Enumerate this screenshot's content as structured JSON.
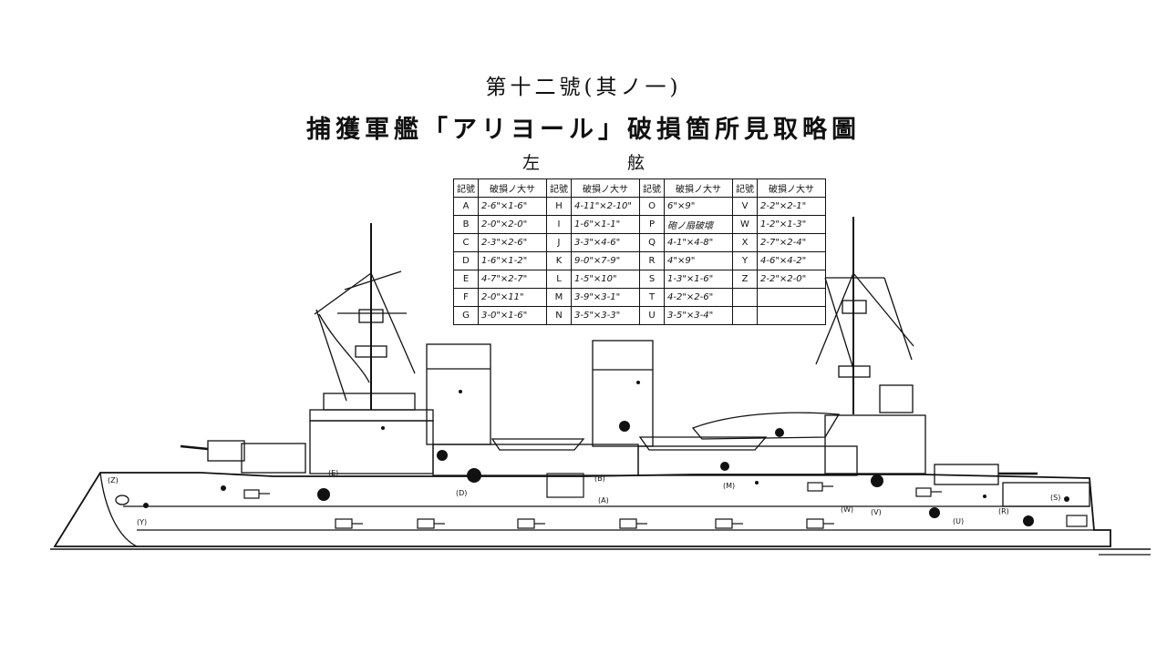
{
  "plate_number": "第十二號(其ノ一)",
  "title": "捕獲軍艦「アリヨール」破損箇所見取略圖",
  "side_label_left": "左",
  "side_label_right": "舷",
  "table": {
    "header_key": "記號",
    "header_size": "破損ノ大サ",
    "columns": [
      [
        {
          "key": "A",
          "size": "2-6\"×1-6\""
        },
        {
          "key": "B",
          "size": "2-0\"×2-0\""
        },
        {
          "key": "C",
          "size": "2-3\"×2-6\""
        },
        {
          "key": "D",
          "size": "1-6\"×1-2\""
        },
        {
          "key": "E",
          "size": "4-7\"×2-7\""
        },
        {
          "key": "F",
          "size": "2-0\"×11\""
        },
        {
          "key": "G",
          "size": "3-0\"×1-6\""
        }
      ],
      [
        {
          "key": "H",
          "size": "4-11\"×2-10\""
        },
        {
          "key": "I",
          "size": "1-6\"×1-1\""
        },
        {
          "key": "J",
          "size": "3-3\"×4-6\""
        },
        {
          "key": "K",
          "size": "9-0\"×7-9\""
        },
        {
          "key": "L",
          "size": "1-5\"×10\""
        },
        {
          "key": "M",
          "size": "3-9\"×3-1\""
        },
        {
          "key": "N",
          "size": "3-5\"×3-3\""
        }
      ],
      [
        {
          "key": "O",
          "size": "6\"×9\""
        },
        {
          "key": "P",
          "size": "砲ノ扇破壞"
        },
        {
          "key": "Q",
          "size": "4-1\"×4-8\""
        },
        {
          "key": "R",
          "size": "4\"×9\""
        },
        {
          "key": "S",
          "size": "1-3\"×1-6\""
        },
        {
          "key": "T",
          "size": "4-2\"×2-6\""
        },
        {
          "key": "U",
          "size": "3-5\"×3-4\""
        }
      ],
      [
        {
          "key": "V",
          "size": "2-2\"×2-1\""
        },
        {
          "key": "W",
          "size": "1-2\"×1-3\""
        },
        {
          "key": "X",
          "size": "2-7\"×2-4\""
        },
        {
          "key": "Y",
          "size": "4-6\"×4-2\""
        },
        {
          "key": "Z",
          "size": "2-2\"×2-0\""
        },
        {
          "key": "",
          "size": ""
        },
        {
          "key": "",
          "size": ""
        }
      ]
    ]
  },
  "hull_marks": [
    "(Z)",
    "(Y)",
    "(E)",
    "(D)",
    "(B)",
    "(A)",
    "(M)",
    "(W)",
    "(V)",
    "(R)",
    "(U)",
    "(S)"
  ]
}
